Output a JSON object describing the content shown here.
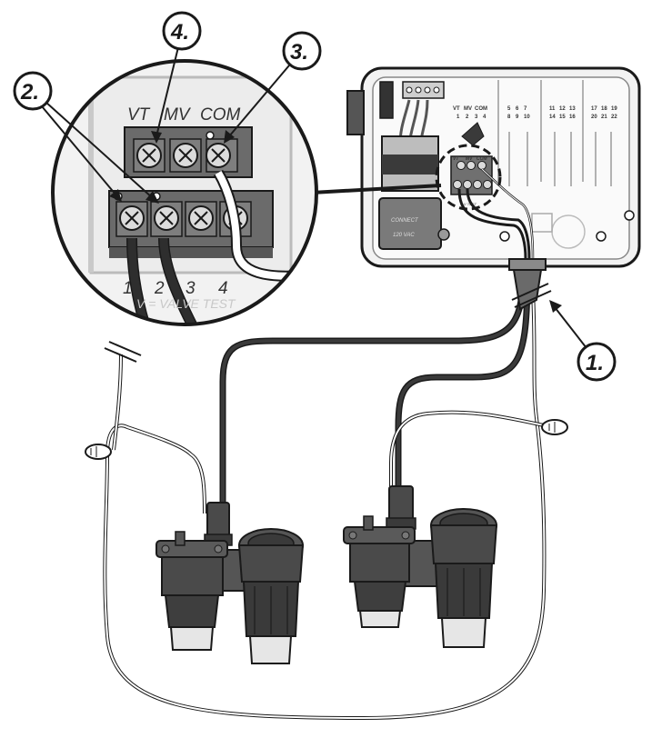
{
  "callouts": {
    "wire_bundle": "1.",
    "valve_wires": "2.",
    "common_wire": "3.",
    "valve_test": "4."
  },
  "magnified_terminals": {
    "top_labels": [
      "VT",
      "MV",
      "COM"
    ],
    "bottom_numbers": [
      "1",
      "2",
      "3",
      "4"
    ],
    "legend": "V = VALVE TEST"
  },
  "controller": {
    "strip_top_labels": [
      "VT",
      "MV",
      "COM"
    ],
    "strip_bottom_numbers": [
      "1",
      "2",
      "3",
      "4"
    ],
    "station_groups": [
      {
        "top": [
          "5",
          "6",
          "7"
        ],
        "bottom": [
          "8",
          "9",
          "10"
        ]
      },
      {
        "top": [
          "11",
          "12",
          "13"
        ],
        "bottom": [
          "14",
          "15",
          "16"
        ]
      },
      {
        "top": [
          "17",
          "18",
          "19"
        ],
        "bottom": [
          "20",
          "21",
          "22"
        ]
      }
    ],
    "transformer_label_1": "CONNECT",
    "transformer_label_2": "120 VAC",
    "mini_legend": "V TEST"
  },
  "colors": {
    "outline": "#1a1a1a",
    "housing": "#f2f2f2",
    "terminal_block": "#6b6b6b",
    "screw": "#dcdcdc",
    "valve_body": "#4a4a4a",
    "wire_dark": "#2a2a2a",
    "wire_white": "#ffffff"
  }
}
